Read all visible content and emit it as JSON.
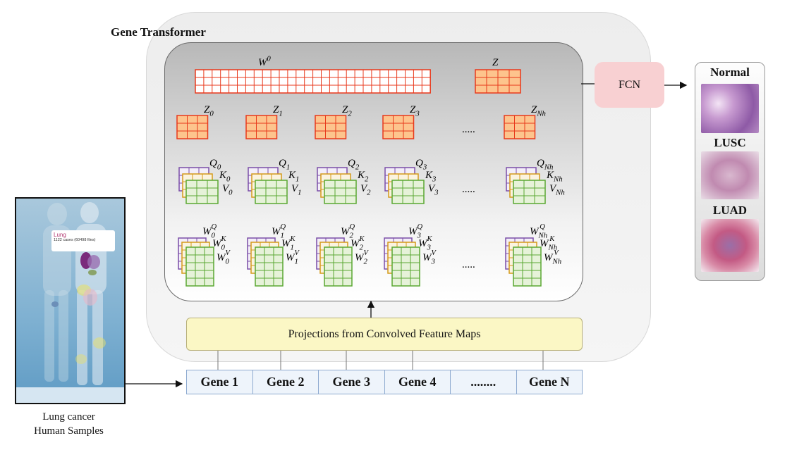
{
  "title": "Gene Transformer",
  "weight_top_label": "W",
  "weight_top_sup": "0",
  "z_label": "Z",
  "heads": [
    {
      "z": "Z",
      "sub": "0",
      "q": "Q",
      "k": "K",
      "v": "V",
      "wsub": "0"
    },
    {
      "z": "Z",
      "sub": "1",
      "q": "Q",
      "k": "K",
      "v": "V",
      "wsub": "1"
    },
    {
      "z": "Z",
      "sub": "2",
      "q": "Q",
      "k": "K",
      "v": "V",
      "wsub": "2"
    },
    {
      "z": "Z",
      "sub": "3",
      "q": "Q",
      "k": "K",
      "v": "V",
      "wsub": "3"
    },
    {
      "z": "Z",
      "sub": "Nh",
      "q": "Q",
      "k": "K",
      "v": "V",
      "wsub": "Nh"
    }
  ],
  "ellipsis": ".....",
  "projection_label": "Projections from Convolved Feature Maps",
  "genes": [
    "Gene 1",
    "Gene 2",
    "Gene 3",
    "Gene 4",
    "........",
    "Gene N"
  ],
  "fcn_label": "FCN",
  "classes": [
    "Normal",
    "LUSC",
    "LUAD"
  ],
  "sample_popup": {
    "title": "Lung",
    "detail": "1122 cases (60498 files)"
  },
  "sample_caption_line1": "Lung cancer",
  "sample_caption_line2": "Human Samples",
  "colors": {
    "z_fill": "#fdc48d",
    "z_stroke": "#e8391c",
    "q_stroke": "#7b4ea8",
    "k_stroke": "#d49a1a",
    "v_stroke": "#5aa832",
    "v_fill": "#e6f2d9"
  }
}
